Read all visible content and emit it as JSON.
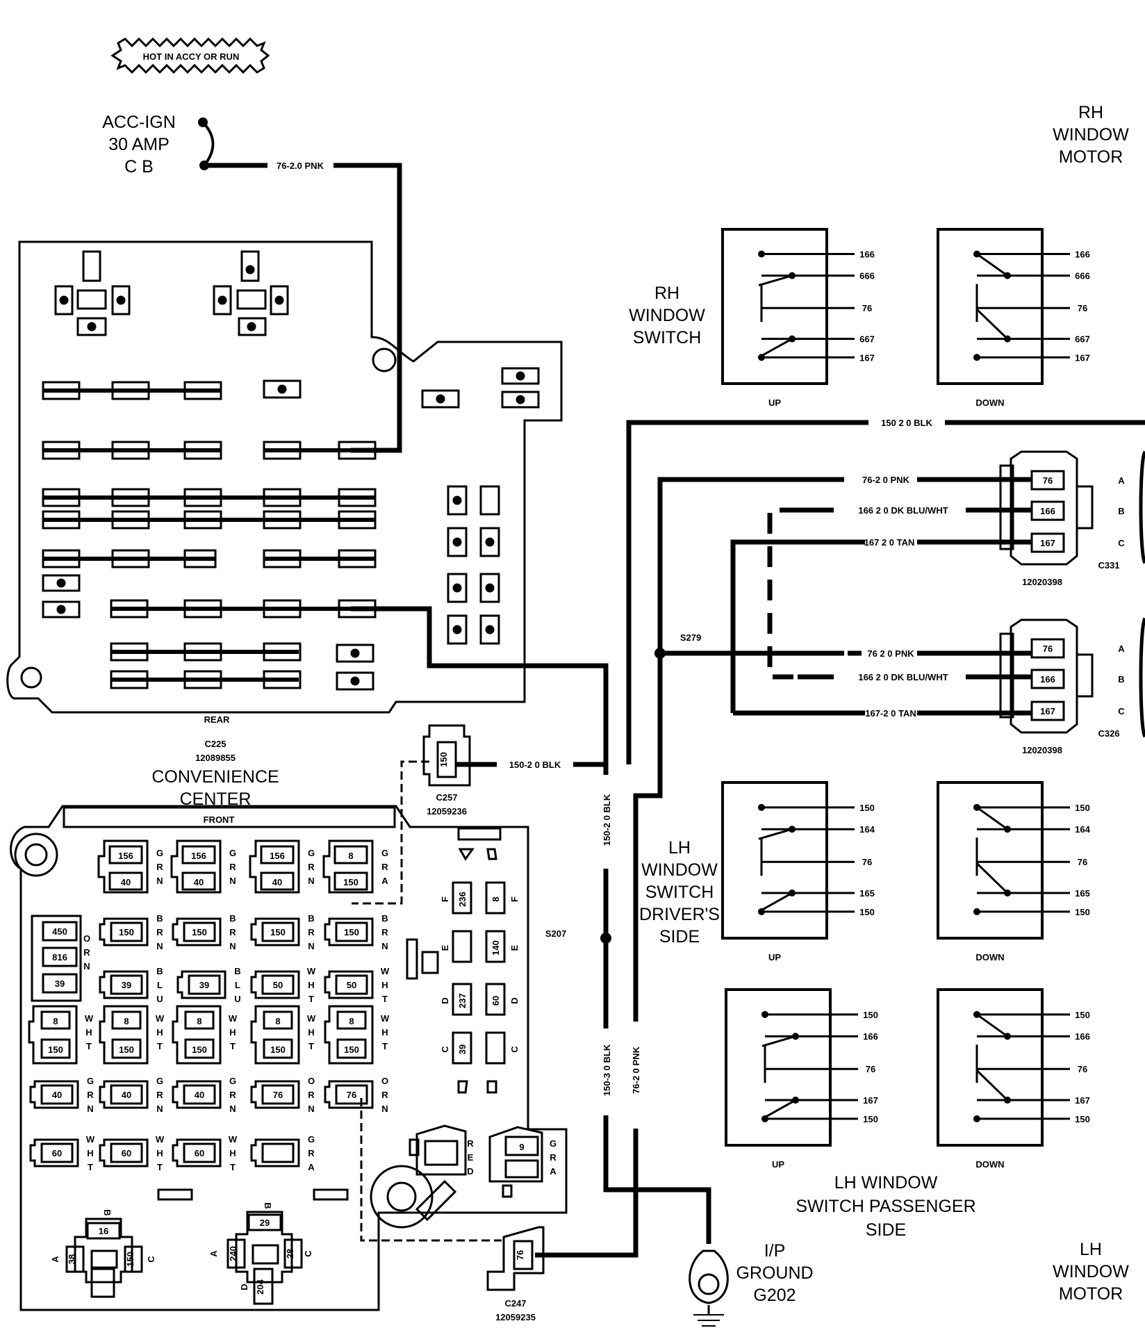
{
  "banner": "HOT IN ACCY OR RUN",
  "breaker": {
    "line1": "ACC-IGN",
    "line2": "30 AMP",
    "line3": "C B"
  },
  "wires": {
    "feed": "76-2.0 PNK",
    "blk_top": "150 2 0 BLK",
    "c331_a": "76-2 0 PNK",
    "c331_b": "166 2 0 DK BLU/WHT",
    "c331_c": "167 2 0 TAN",
    "c326_a": "76 2 0 PNK",
    "c326_b": "166 2 0 DK BLU/WHT",
    "c326_c": "167-2 0 TAN",
    "c257": "150-2 0 BLK",
    "vert_upper": "150-2 0 BLK",
    "vert_lower": "150-3 0 BLK",
    "vert_pnk": "76-2 0 PNK"
  },
  "splices": {
    "s279": "S279",
    "s207": "S207"
  },
  "connectors": {
    "c225": {
      "name": "C225",
      "part": "12089855"
    },
    "c257": {
      "name": "C257",
      "part": "12059236",
      "pin": "150"
    },
    "c247": {
      "name": "C247",
      "part": "12059235",
      "pin": "76"
    },
    "c331": {
      "name": "C331",
      "part": "12020398",
      "pins": [
        "76",
        "166",
        "167"
      ],
      "letters": [
        "A",
        "B",
        "C"
      ]
    },
    "c326": {
      "name": "C326",
      "part": "12020398",
      "pins": [
        "76",
        "166",
        "167"
      ],
      "letters": [
        "A",
        "B",
        "C"
      ]
    }
  },
  "convenience_center": {
    "title_line1": "CONVENIENCE",
    "title_line2": "CENTER",
    "rear": "REAR",
    "front": "FRONT",
    "relays_row1": [
      {
        "top": "156",
        "bottom": "40",
        "color": [
          "G",
          "R",
          "N"
        ]
      },
      {
        "top": "156",
        "bottom": "40",
        "color": [
          "G",
          "R",
          "N"
        ]
      },
      {
        "top": "156",
        "bottom": "40",
        "color": [
          "G",
          "R",
          "N"
        ]
      },
      {
        "top": "8",
        "bottom": "150",
        "color": [
          "G",
          "R",
          "A"
        ]
      }
    ],
    "left_block": {
      "pins": [
        "450",
        "816",
        "39"
      ],
      "color": [
        "O",
        "R",
        "N"
      ]
    },
    "row2": [
      {
        "pin": "150",
        "color": [
          "B",
          "R",
          "N"
        ]
      },
      {
        "pin": "150",
        "color": [
          "B",
          "R",
          "N"
        ]
      },
      {
        "pin": "150",
        "color": [
          "B",
          "R",
          "N"
        ]
      },
      {
        "pin": "150",
        "color": [
          "B",
          "R",
          "N"
        ]
      }
    ],
    "row3": [
      {
        "pin": "39",
        "color": [
          "B",
          "L",
          "U"
        ]
      },
      {
        "pin": "39",
        "color": [
          "B",
          "L",
          "U"
        ]
      },
      {
        "pin": "50",
        "color": [
          "W",
          "H",
          "T"
        ]
      },
      {
        "pin": "50",
        "color": [
          "W",
          "H",
          "T"
        ]
      }
    ],
    "row4": [
      {
        "top": "8",
        "bottom": "150",
        "color": [
          "W",
          "H",
          "T"
        ]
      },
      {
        "top": "8",
        "bottom": "150",
        "color": [
          "W",
          "H",
          "T"
        ]
      },
      {
        "top": "8",
        "bottom": "150",
        "color": [
          "W",
          "H",
          "T"
        ]
      },
      {
        "top": "8",
        "bottom": "150",
        "color": [
          "W",
          "H",
          "T"
        ]
      },
      {
        "top": "8",
        "bottom": "150",
        "color": [
          "W",
          "H",
          "T"
        ]
      }
    ],
    "row5": [
      {
        "pin": "40",
        "color": [
          "G",
          "R",
          "N"
        ]
      },
      {
        "pin": "40",
        "color": [
          "G",
          "R",
          "N"
        ]
      },
      {
        "pin": "40",
        "color": [
          "G",
          "R",
          "N"
        ]
      },
      {
        "pin": "76",
        "color": [
          "O",
          "R",
          "N"
        ]
      },
      {
        "pin": "76",
        "color": [
          "O",
          "R",
          "N"
        ]
      }
    ],
    "row6": [
      {
        "pin": "60",
        "color": [
          "W",
          "H",
          "T"
        ]
      },
      {
        "pin": "60",
        "color": [
          "W",
          "H",
          "T"
        ]
      },
      {
        "pin": "60",
        "color": [
          "W",
          "H",
          "T"
        ]
      },
      {
        "pin": "",
        "color": [
          "G",
          "R",
          "A"
        ]
      }
    ],
    "grid": [
      {
        "letter": "F",
        "left": "236",
        "right": "8"
      },
      {
        "letter": "E",
        "left": "",
        "right": "140"
      },
      {
        "letter": "D",
        "left": "237",
        "right": "60"
      },
      {
        "letter": "C",
        "left": "39",
        "right": ""
      }
    ],
    "red_relay": {
      "color": [
        "R",
        "E",
        "D"
      ]
    },
    "gra_relay": {
      "pin": "9",
      "color": [
        "G",
        "R",
        "A"
      ]
    },
    "relay_a": {
      "b": "16",
      "a": "38",
      "c": "150",
      "lb": "B",
      "la": "A",
      "lc": "C"
    },
    "relay_b": {
      "b": "29",
      "a": "240",
      "c": "28",
      "d": "204",
      "lb": "B",
      "la": "A",
      "lc": "C",
      "ld": "D"
    }
  },
  "rh_switch": {
    "title": [
      "RH",
      "WINDOW",
      "SWITCH"
    ],
    "up": {
      "label": "UP",
      "terms": [
        "166",
        "666",
        "76",
        "667",
        "167"
      ]
    },
    "down": {
      "label": "DOWN",
      "terms": [
        "166",
        "666",
        "76",
        "667",
        "167"
      ]
    }
  },
  "rh_motor": [
    "RH",
    "WINDOW",
    "MOTOR"
  ],
  "lh_driver": {
    "title": [
      "LH",
      "WINDOW",
      "SWITCH",
      "DRIVER'S",
      "SIDE"
    ],
    "up": {
      "label": "UP",
      "terms": [
        "150",
        "164",
        "76",
        "165",
        "150"
      ]
    },
    "down": {
      "label": "DOWN",
      "terms": [
        "150",
        "164",
        "76",
        "165",
        "150"
      ]
    }
  },
  "lh_passenger": {
    "title": [
      "LH WINDOW",
      "SWITCH PASSENGER",
      "SIDE"
    ],
    "up": {
      "label": "UP",
      "terms": [
        "150",
        "166",
        "76",
        "167",
        "150"
      ]
    },
    "down": {
      "label": "DOWN",
      "terms": [
        "150",
        "166",
        "76",
        "167",
        "150"
      ]
    }
  },
  "lh_motor": [
    "LH",
    "WINDOW",
    "MOTOR"
  ],
  "ground": [
    "I/P",
    "GROUND",
    "G202"
  ]
}
